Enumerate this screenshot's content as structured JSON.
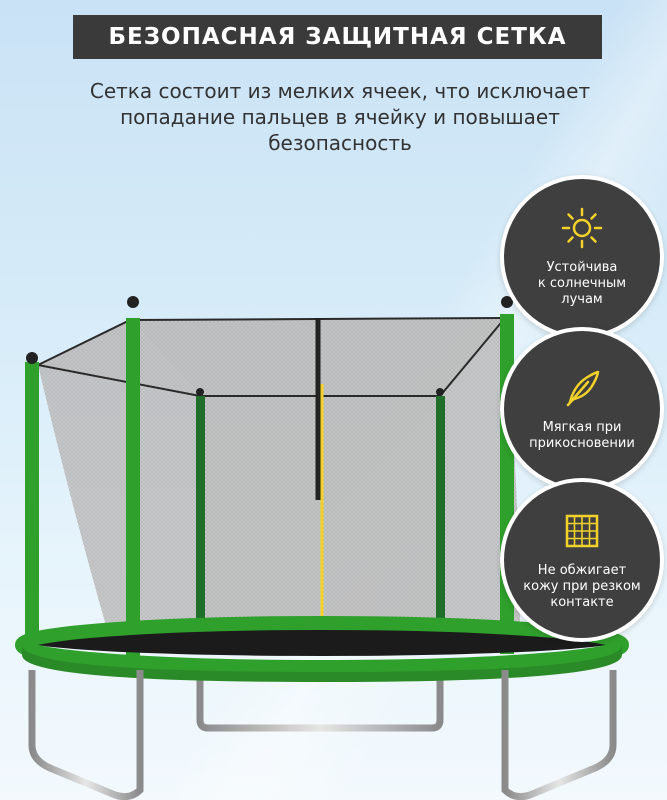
{
  "header": {
    "title": "БЕЗОПАСНАЯ ЗАЩИТНАЯ СЕТКА",
    "subtitle_line1": "Сетка состоит из мелких ячеек, что исключает",
    "subtitle_line2": "попадание пальцев в ячейку и повышает",
    "subtitle_line3": "безопасность"
  },
  "features": [
    {
      "icon": "sun-icon",
      "line1": "Устойчива",
      "line2": "к солнечным",
      "line3": "лучам"
    },
    {
      "icon": "feather-icon",
      "line1": "Мягкая при",
      "line2": "прикосновении"
    },
    {
      "icon": "mesh-icon",
      "line1": "Не обжигает",
      "line2": "кожу при резком",
      "line3": "контакте"
    }
  ],
  "colors": {
    "title_bg": "#3a3a3a",
    "badge_bg": "#3f3f3f",
    "icon_yellow": "#f2d22a",
    "frame_green": "#2fa02c",
    "pole_dark_green": "#1f6e2a",
    "net_grey": "#bdbdbd"
  }
}
